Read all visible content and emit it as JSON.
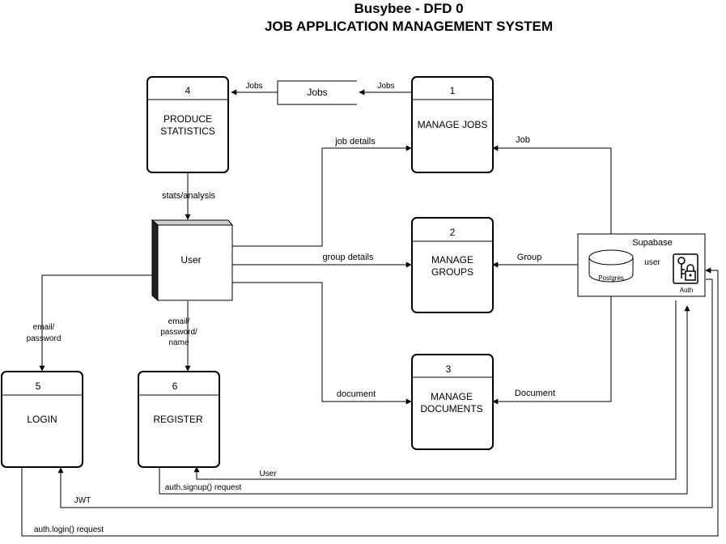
{
  "title": {
    "line1": "Busybee - DFD 0",
    "line2": "JOB APPLICATION MANAGEMENT SYSTEM"
  },
  "processes": {
    "p1": {
      "number": "1",
      "label": "MANAGE JOBS"
    },
    "p2": {
      "number": "2",
      "label_line1": "MANAGE",
      "label_line2": "GROUPS"
    },
    "p3": {
      "number": "3",
      "label_line1": "MANAGE",
      "label_line2": "DOCUMENTS"
    },
    "p4": {
      "number": "4",
      "label_line1": "PRODUCE",
      "label_line2": "STATISTICS"
    },
    "p5": {
      "number": "5",
      "label": "LOGIN"
    },
    "p6": {
      "number": "6",
      "label": "REGISTER"
    }
  },
  "datastore": {
    "label": "Jobs"
  },
  "entity": {
    "label": "User"
  },
  "supabase": {
    "label": "Supabase",
    "db_label": "Postgres",
    "auth_label": "Auth",
    "icon": "lock-key-icon"
  },
  "flows": {
    "jobs_to_store": "Jobs",
    "store_to_stats": "Jobs",
    "stats_analysis": "stats/analysis",
    "job_details": "job details",
    "group_details": "group details",
    "document": "document",
    "job": "Job",
    "group": "Group",
    "document_db": "Document",
    "user_auth": "user",
    "login_creds_line1": "email/",
    "login_creds_line2": "password",
    "register_creds_line1": "email/",
    "register_creds_line2": "password/",
    "register_creds_line3": "name",
    "user_return": "User",
    "signup_request": "auth.signup() request",
    "jwt": "JWT",
    "login_request": "auth.login() request"
  }
}
